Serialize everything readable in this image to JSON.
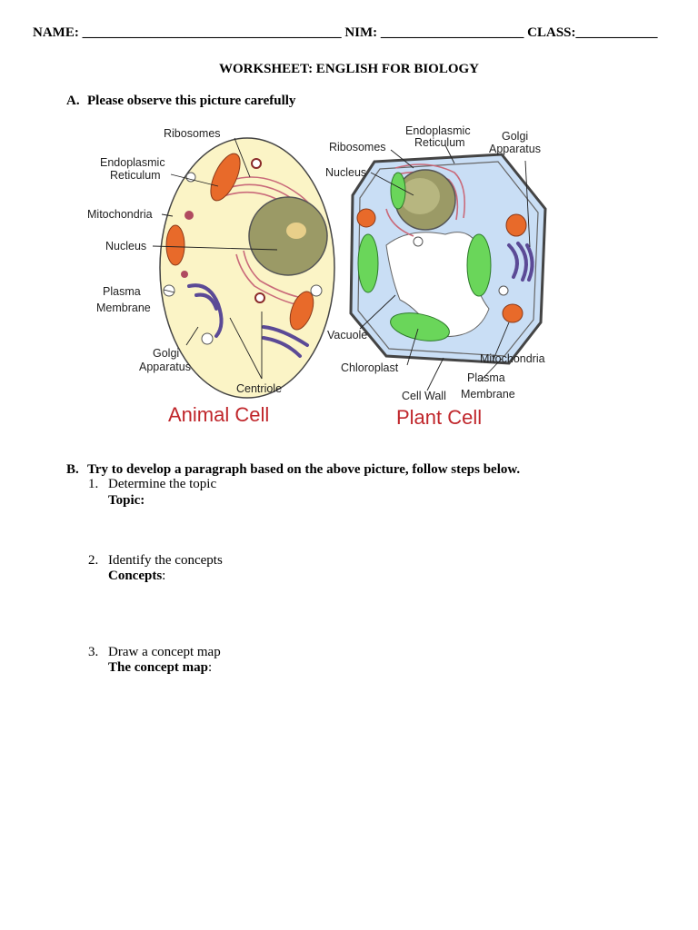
{
  "header": {
    "name_label": "NAME:",
    "name_blank": "______________________________________",
    "nim_label": "NIM:",
    "nim_blank": "_____________________",
    "class_label": "CLASS:",
    "class_blank": "____________"
  },
  "title": "WORKSHEET: ENGLISH FOR BIOLOGY",
  "section_a": {
    "letter": "A.",
    "instruction": "Please observe this picture carefully"
  },
  "figure": {
    "animal_cell": {
      "title": "Animal Cell",
      "labels": {
        "ribosomes": "Ribosomes",
        "er_1": "Endoplasmic",
        "er_2": "Reticulum",
        "mitochondria": "Mitochondria",
        "nucleus": "Nucleus",
        "plasma_1": "Plasma",
        "plasma_2": "Membrane",
        "golgi_1": "Golgi",
        "golgi_2": "Apparatus",
        "centriole": "Centriole"
      }
    },
    "plant_cell": {
      "title": "Plant Cell",
      "labels": {
        "ribosomes": "Ribosomes",
        "er_1": "Endoplasmic",
        "er_2": "Reticulum",
        "golgi_1": "Golgi",
        "golgi_2": "Apparatus",
        "nucleus": "Nucleus",
        "vacuole": "Vacuole",
        "chloroplast": "Chloroplast",
        "cell_wall": "Cell Wall",
        "mitochondria": "Mitochondria",
        "plasma_1": "Plasma",
        "plasma_2": "Membrane"
      }
    }
  },
  "section_b": {
    "letter": "B.",
    "instruction": "Try to develop a paragraph based on the above picture, follow steps below.",
    "steps": [
      {
        "num": "1.",
        "text": "Determine the topic",
        "field_label": "Topic:",
        "field_suffix": ""
      },
      {
        "num": "2.",
        "text": "Identify the concepts",
        "field_label": "Concepts",
        "field_suffix": ":"
      },
      {
        "num": "3.",
        "text": "Draw a concept map",
        "field_label": "The concept map",
        "field_suffix": ":"
      }
    ]
  },
  "colors": {
    "animal_cytoplasm": "#fbf4c6",
    "plant_cytoplasm": "#c9def5",
    "nucleus": "#9b9a66",
    "mitochondria": "#e86a2a",
    "golgi": "#5b4a96",
    "chloroplast": "#6ad65a",
    "cell_title": "#c0262b"
  }
}
